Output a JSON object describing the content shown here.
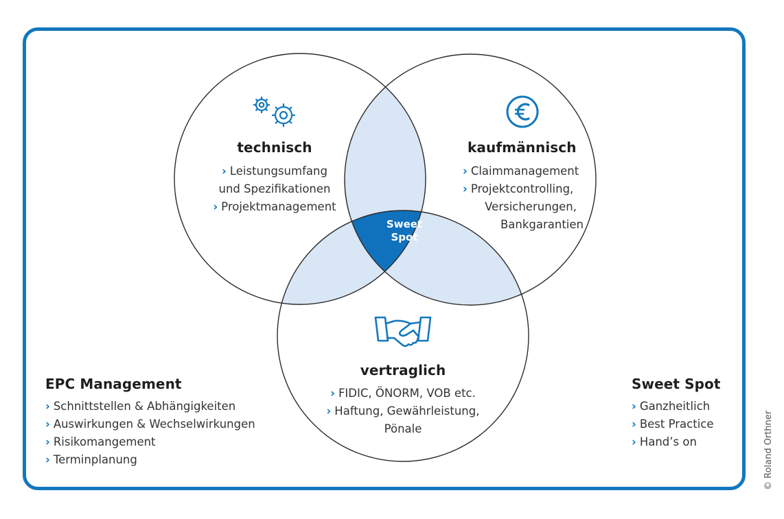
{
  "colors": {
    "border": "#1378bd",
    "overlap_fill": "#d9e6f5",
    "sweet_spot_fill": "#1071bd",
    "circle_stroke": "#2b2b2b",
    "bullet_accent": "#1378bd"
  },
  "circles": {
    "technisch": {
      "icon": "gears-icon",
      "title": "technisch",
      "items": [
        "Leistungsumfang",
        "und Spezifikationen",
        "Projektmanagement"
      ]
    },
    "kaufmaennisch": {
      "icon": "euro-icon",
      "title": "kaufmännisch",
      "items": [
        "Claimmanagement",
        "Projektcontrolling,",
        "Versicherungen,",
        "Bankgarantien"
      ]
    },
    "vertraglich": {
      "icon": "handshake-icon",
      "title": "vertraglich",
      "items": [
        "FIDIC, ÖNORM, VOB etc.",
        "Haftung, Gewährleistung,",
        "Pönale"
      ]
    }
  },
  "center": {
    "line1": "Sweet",
    "line2": "Spot"
  },
  "epc_panel": {
    "title": "EPC Management",
    "items": [
      "Schnittstellen & Abhängigkeiten",
      "Auswirkungen & Wechselwirkungen",
      "Risikomangement",
      "Terminplanung"
    ]
  },
  "sweetspot_panel": {
    "title": "Sweet Spot",
    "items": [
      "Ganzheitlich",
      "Best Practice",
      "Hand’s on"
    ]
  },
  "bullet_glyph": "›",
  "copyright": "© Roland Orthner"
}
